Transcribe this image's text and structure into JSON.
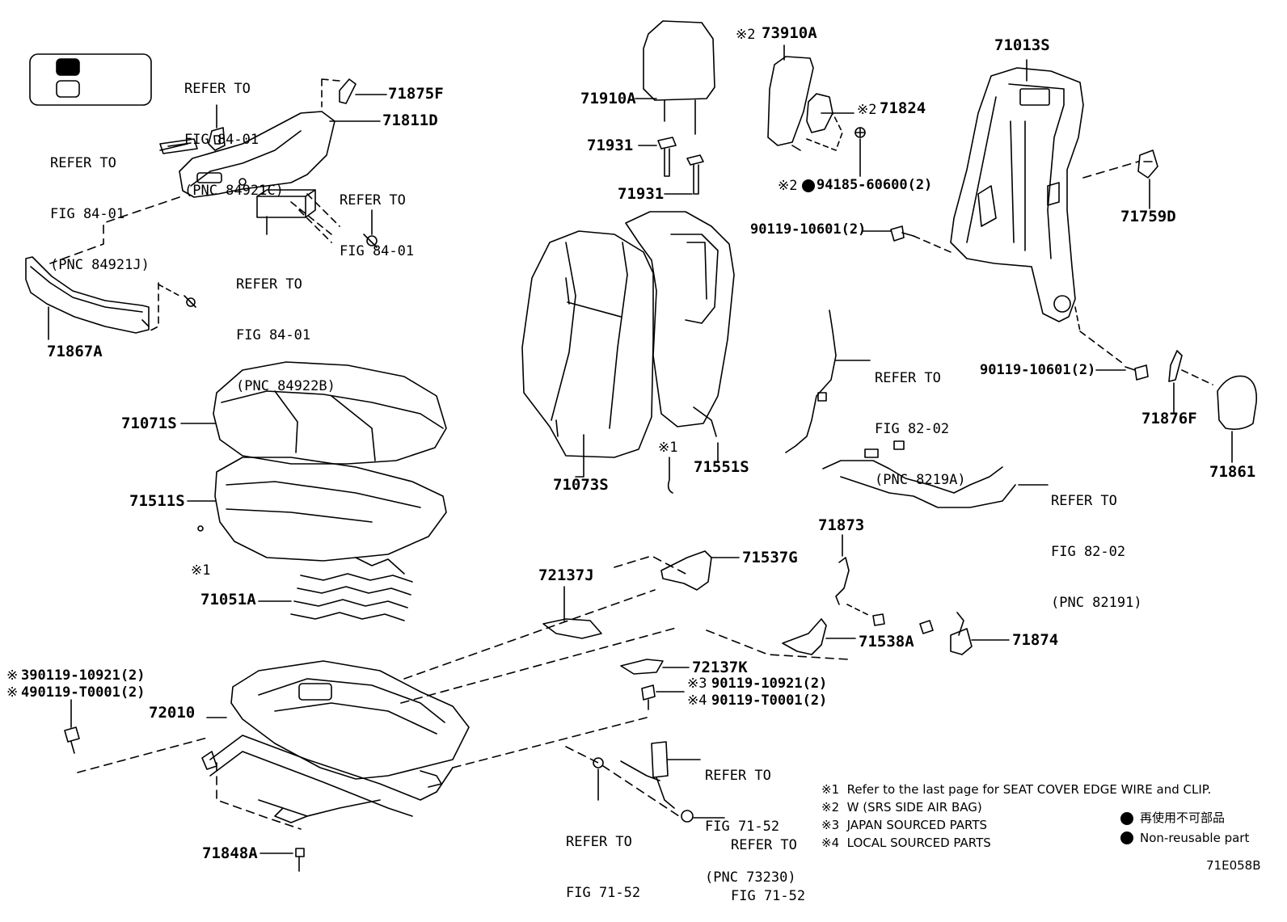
{
  "parts": {
    "p71875F": "71875F",
    "p71811D": "71811D",
    "p71867A": "71867A",
    "p71910A": "71910A",
    "p71931a": "71931",
    "p71931b": "71931",
    "p73910A": "73910A",
    "p71824": "71824",
    "p94185": "94185-60600(2)",
    "p90119_a": "90119-10601(2)",
    "p90119_b": "90119-10601(2)",
    "p71013S": "71013S",
    "p71759D": "71759D",
    "p71876F": "71876F",
    "p71861": "71861",
    "p71071S": "71071S",
    "p71511S": "71511S",
    "p71051A": "71051A",
    "p71073S": "71073S",
    "p71551S": "71551S",
    "p72137J": "72137J",
    "p71537G": "71537G",
    "p71873": "71873",
    "p71538A": "71538A",
    "p71874": "71874",
    "p72137K": "72137K",
    "p72010": "72010",
    "p71848A": "71848A",
    "p90119_10921_l": "390119-10921(2)",
    "p90119_T0001_l": "490119-T0001(2)",
    "p90119_10921_r": "90119-10921(2)",
    "p90119_T0001_r": "90119-T0001(2)"
  },
  "refs": {
    "r1": [
      "REFER TO",
      "FIG 84-01",
      "(PNC 84921C)"
    ],
    "r2": [
      "REFER TO",
      "FIG 84-01",
      "(PNC 84921J)"
    ],
    "r3": [
      "REFER TO",
      "FIG 84-01"
    ],
    "r4": [
      "REFER TO",
      "FIG 84-01",
      "(PNC 84922B)"
    ],
    "r5": [
      "REFER TO",
      "FIG 82-02",
      "(PNC 8219A)"
    ],
    "r6": [
      "REFER TO",
      "FIG 82-02",
      "(PNC 82191)"
    ],
    "r7": [
      "REFER TO",
      "FIG 71-52",
      "(PNC 73230)"
    ],
    "r8": [
      "REFER TO",
      "FIG 71-52"
    ],
    "r9": [
      "REFER TO",
      "FIG 71-52"
    ]
  },
  "marks": {
    "m1": "※1",
    "m1b": "※1",
    "m2a": "※2",
    "m2b": "※2",
    "m2c": "※2",
    "m3a": "※",
    "m4a": "※",
    "m3b": "※3",
    "m4b": "※4"
  },
  "notes": {
    "n1": "※1  Refer to the last page for SEAT COVER EDGE WIRE and CLIP.",
    "n2": "※2  W (SRS SIDE AIR BAG)",
    "n3": "※3  JAPAN SOURCED PARTS",
    "n4": "※4  LOCAL SOURCED PARTS"
  },
  "legend": {
    "jp": "再使用不可部品",
    "en": "Non-reusable part"
  },
  "figure_id": "71E058B"
}
